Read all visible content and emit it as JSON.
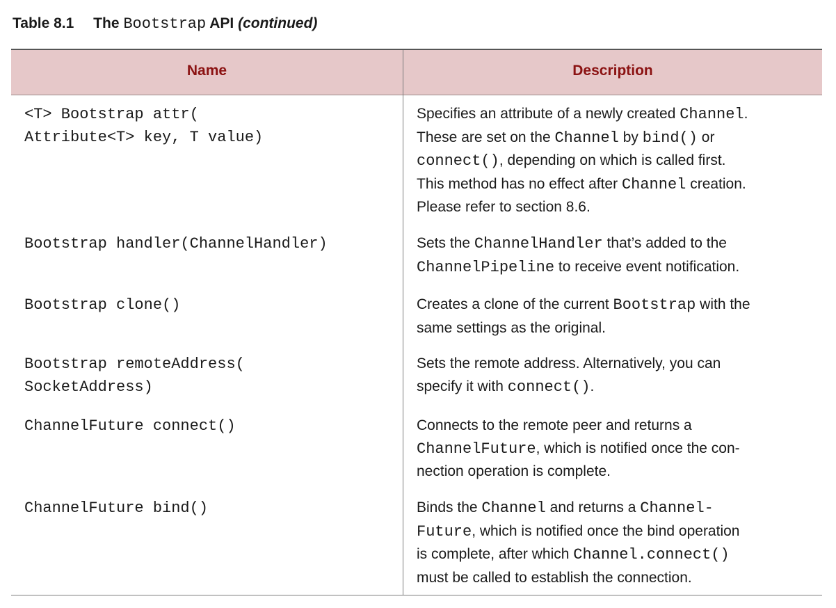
{
  "caption": {
    "label": "Table 8.1",
    "prefix": "The",
    "code": "Bootstrap",
    "suffix": "API",
    "note": "(continued)"
  },
  "header": {
    "name": "Name",
    "description": "Description"
  },
  "rows": [
    {
      "name_lines": [
        "<T> Bootstrap attr(",
        "    Attribute<T> key, T value)"
      ],
      "desc_lines": [
        [
          {
            "t": "Specifies an attribute of a newly created "
          },
          {
            "t": "Channel",
            "code": true
          },
          {
            "t": "."
          }
        ],
        [
          {
            "t": "These are set on the "
          },
          {
            "t": "Channel",
            "code": true
          },
          {
            "t": " by "
          },
          {
            "t": "bind()",
            "code": true
          },
          {
            "t": " or"
          }
        ],
        [
          {
            "t": "connect()",
            "code": true
          },
          {
            "t": ", depending on which is called first."
          }
        ],
        [
          {
            "t": "This method has no effect after "
          },
          {
            "t": "Channel",
            "code": true
          },
          {
            "t": " creation."
          }
        ],
        [
          {
            "t": "Please refer to section 8.6."
          }
        ]
      ]
    },
    {
      "name_lines": [
        "Bootstrap handler(ChannelHandler)"
      ],
      "desc_lines": [
        [
          {
            "t": "Sets the "
          },
          {
            "t": "ChannelHandler",
            "code": true
          },
          {
            "t": " that’s added to the"
          }
        ],
        [
          {
            "t": "ChannelPipeline",
            "code": true
          },
          {
            "t": " to receive event notification."
          }
        ]
      ]
    },
    {
      "name_lines": [
        "Bootstrap clone()"
      ],
      "desc_lines": [
        [
          {
            "t": "Creates a clone of the current "
          },
          {
            "t": "Bootstrap",
            "code": true
          },
          {
            "t": " with the"
          }
        ],
        [
          {
            "t": "same settings as the original."
          }
        ]
      ]
    },
    {
      "name_lines": [
        "Bootstrap remoteAddress(",
        "    SocketAddress)"
      ],
      "desc_lines": [
        [
          {
            "t": "Sets the remote address. Alternatively, you can"
          }
        ],
        [
          {
            "t": "specify it with "
          },
          {
            "t": "connect()",
            "code": true
          },
          {
            "t": "."
          }
        ]
      ]
    },
    {
      "name_lines": [
        "ChannelFuture connect()"
      ],
      "desc_lines": [
        [
          {
            "t": "Connects to the remote peer and returns a"
          }
        ],
        [
          {
            "t": "ChannelFuture",
            "code": true
          },
          {
            "t": ", which is notified once the con-"
          }
        ],
        [
          {
            "t": "nection operation is complete."
          }
        ]
      ]
    },
    {
      "name_lines": [
        "ChannelFuture bind()"
      ],
      "desc_lines": [
        [
          {
            "t": "Binds the "
          },
          {
            "t": "Channel",
            "code": true
          },
          {
            "t": " and returns a "
          },
          {
            "t": "Channel-",
            "code": true
          }
        ],
        [
          {
            "t": "Future",
            "code": true
          },
          {
            "t": ", which is notified once the bind operation"
          }
        ],
        [
          {
            "t": "is complete, after which "
          },
          {
            "t": "Channel.connect()",
            "code": true
          }
        ],
        [
          {
            "t": "must be called to establish the connection."
          }
        ]
      ]
    }
  ]
}
